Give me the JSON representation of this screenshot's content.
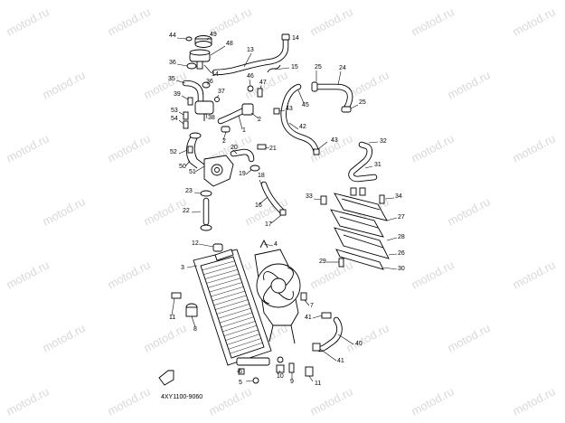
{
  "watermark": {
    "text": "motod.ru"
  },
  "diagram_code": "4XY1100-9060",
  "callouts": [
    {
      "id": "c44",
      "num": "44"
    },
    {
      "id": "c49",
      "num": "49"
    },
    {
      "id": "c48",
      "num": "48"
    },
    {
      "id": "c13",
      "num": "13"
    },
    {
      "id": "c14a",
      "num": "14"
    },
    {
      "id": "c36a",
      "num": "36"
    },
    {
      "id": "c14b",
      "num": "14"
    },
    {
      "id": "c15",
      "num": "15"
    },
    {
      "id": "c25a",
      "num": "25"
    },
    {
      "id": "c24",
      "num": "24"
    },
    {
      "id": "c35",
      "num": "35"
    },
    {
      "id": "c36b",
      "num": "36"
    },
    {
      "id": "c46",
      "num": "46"
    },
    {
      "id": "c47",
      "num": "47"
    },
    {
      "id": "c39",
      "num": "39"
    },
    {
      "id": "c37",
      "num": "37"
    },
    {
      "id": "c45",
      "num": "45"
    },
    {
      "id": "c25b",
      "num": "25"
    },
    {
      "id": "c53",
      "num": "53"
    },
    {
      "id": "c43a",
      "num": "43"
    },
    {
      "id": "c38",
      "num": "38"
    },
    {
      "id": "c54",
      "num": "54"
    },
    {
      "id": "c2a",
      "num": "2"
    },
    {
      "id": "c1",
      "num": "1"
    },
    {
      "id": "c42",
      "num": "42"
    },
    {
      "id": "c2b",
      "num": "2"
    },
    {
      "id": "c20",
      "num": "20"
    },
    {
      "id": "c43b",
      "num": "43"
    },
    {
      "id": "c32",
      "num": "32"
    },
    {
      "id": "c52",
      "num": "52"
    },
    {
      "id": "c21",
      "num": "21"
    },
    {
      "id": "c50",
      "num": "50"
    },
    {
      "id": "c51",
      "num": "51"
    },
    {
      "id": "c19",
      "num": "19"
    },
    {
      "id": "c31",
      "num": "31"
    },
    {
      "id": "c18",
      "num": "18"
    },
    {
      "id": "c23",
      "num": "23"
    },
    {
      "id": "c33",
      "num": "33"
    },
    {
      "id": "c34",
      "num": "34"
    },
    {
      "id": "c16",
      "num": "16"
    },
    {
      "id": "c22",
      "num": "22"
    },
    {
      "id": "c27",
      "num": "27"
    },
    {
      "id": "c17",
      "num": "17"
    },
    {
      "id": "c28",
      "num": "28"
    },
    {
      "id": "c12",
      "num": "12"
    },
    {
      "id": "c4",
      "num": "4"
    },
    {
      "id": "c26",
      "num": "26"
    },
    {
      "id": "c29",
      "num": "29"
    },
    {
      "id": "c3",
      "num": "3"
    },
    {
      "id": "c30",
      "num": "30"
    },
    {
      "id": "c7",
      "num": "7"
    },
    {
      "id": "c11a",
      "num": "11"
    },
    {
      "id": "c8",
      "num": "8"
    },
    {
      "id": "c41a",
      "num": "41"
    },
    {
      "id": "c40",
      "num": "40"
    },
    {
      "id": "c41b",
      "num": "41"
    },
    {
      "id": "c6",
      "num": "6"
    },
    {
      "id": "c10",
      "num": "10"
    },
    {
      "id": "c5",
      "num": "5"
    },
    {
      "id": "c9",
      "num": "9"
    },
    {
      "id": "c11b",
      "num": "11"
    }
  ]
}
